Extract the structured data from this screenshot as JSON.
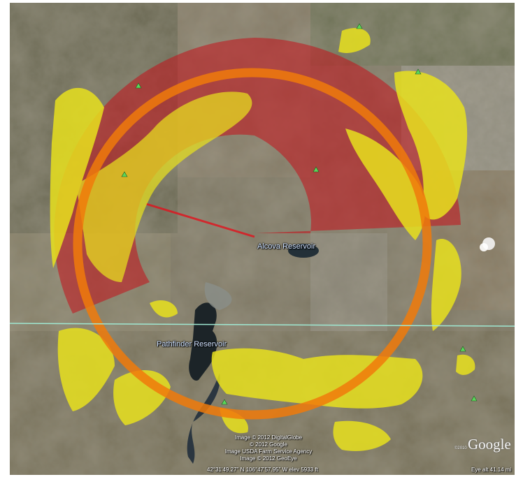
{
  "map": {
    "labels": {
      "alcova": "Alcova Reservoir",
      "pathfinder": "Pathfinder Reservoir"
    },
    "attribution": [
      "Image © 2012 DigitalGlobe",
      "© 2012 Google",
      "Image USDA Farm Service Agency",
      "Image © 2012 GeoEye"
    ],
    "status": {
      "coordinates": "42°31'49.27\" N 106°47'57.95\" W elev 5933 ft",
      "eye_alt": "Eye alt 41.14 mi"
    },
    "logo": "Google",
    "logo_year": "©2010"
  },
  "colors": {
    "coverage_red": "#c4111a",
    "ring_orange": "#f07a0a",
    "viewshed_yellow": "#e8e11e",
    "boundary_line": "#9fe8d2",
    "marker_green": "#5bd65b"
  },
  "icons": [
    "placemark-triangle-icon"
  ]
}
